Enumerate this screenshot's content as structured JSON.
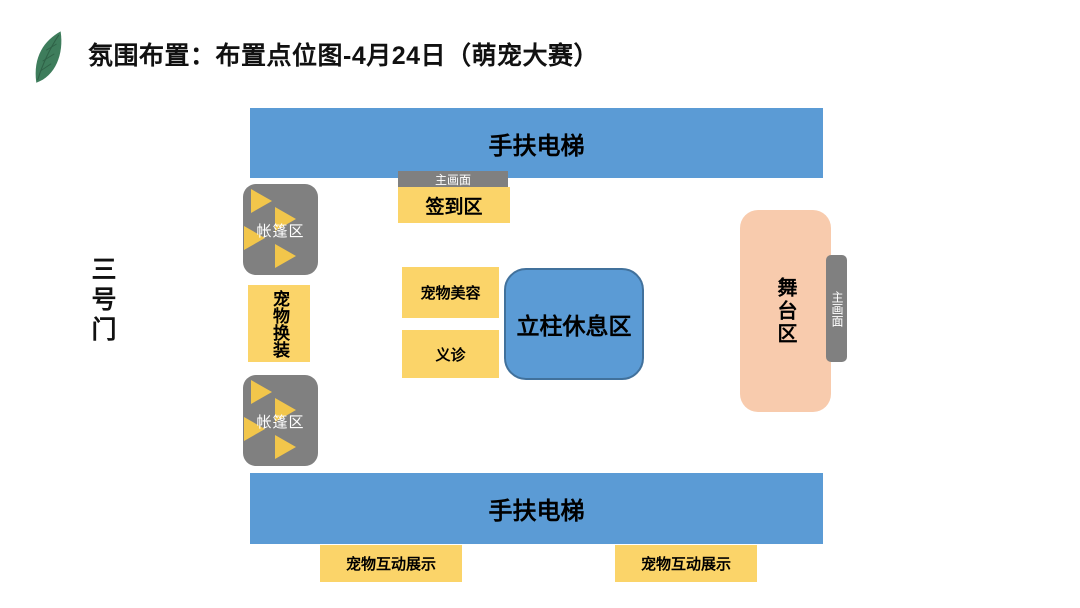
{
  "title": "氛围布置：布置点位图-4月24日（萌宠大赛）",
  "gate": {
    "label": "三号门"
  },
  "escalators": {
    "top": "手扶电梯",
    "bottom": "手扶电梯"
  },
  "screens": {
    "top": "主画面",
    "stage": "主画面"
  },
  "zones": {
    "signin": "签到区",
    "tent_top": "帐篷区",
    "tent_bottom": "帐篷区",
    "pet_dressing": "宠物换装",
    "pet_grooming": "宠物美容",
    "free_clinic": "义诊",
    "pillar_rest": "立柱休息区",
    "stage": "舞台区",
    "interaction_left": "宠物互动展示",
    "interaction_right": "宠物互动展示"
  },
  "icons": {
    "leaf": "leaf-icon",
    "tent_marker": "triangle-right-icon"
  },
  "colors": {
    "blue": "#5B9BD5",
    "blue_border": "#41719C",
    "yellow": "#FBD469",
    "triangle_gold": "#F2C64B",
    "gray": "#808080",
    "peach": "#F8CBAD",
    "leaf_green": "#3E7D5C",
    "leaf_vein": "#2F6247"
  }
}
